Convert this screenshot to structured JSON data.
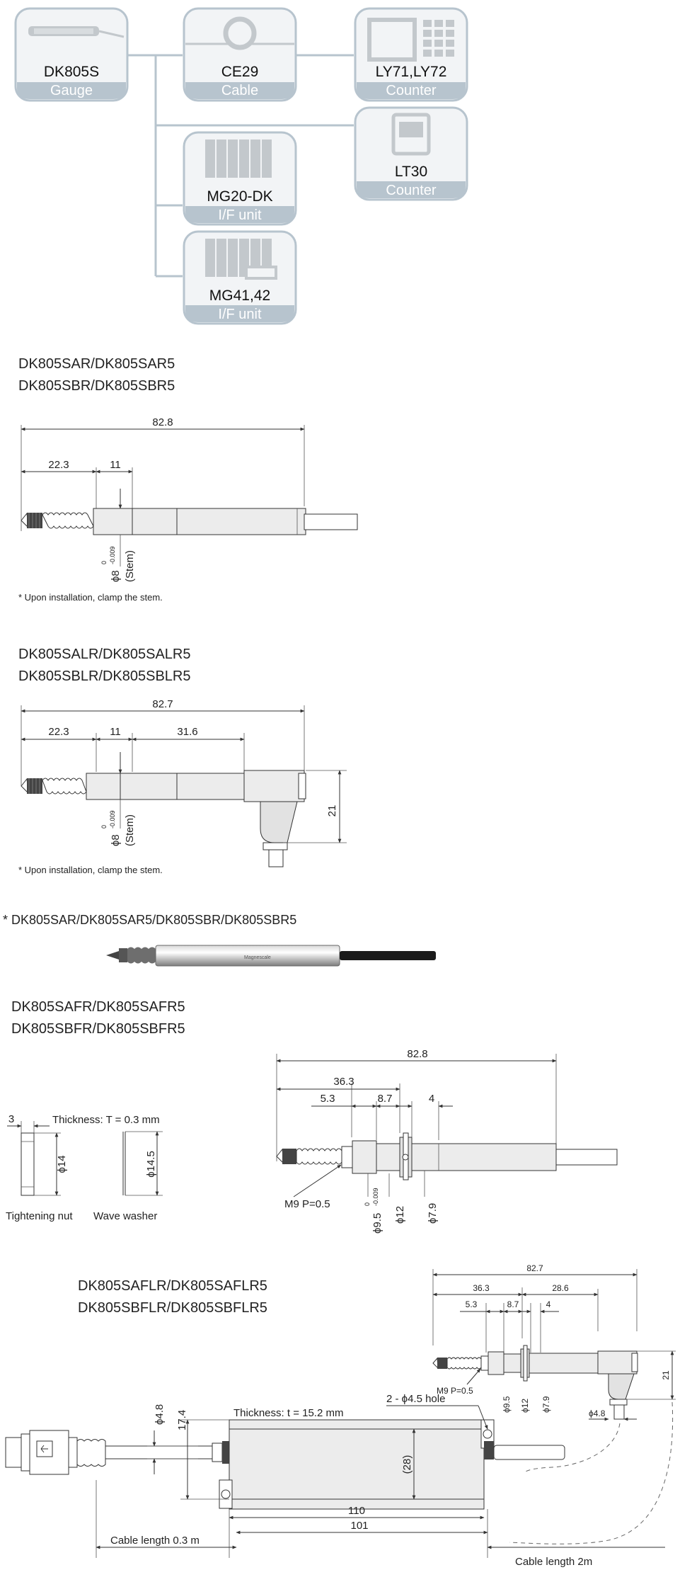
{
  "system": {
    "boxes": [
      {
        "name": "DK805S",
        "type": "Gauge"
      },
      {
        "name": "CE29",
        "type": "Cable"
      },
      {
        "name": "LY71,LY72",
        "type": "Counter"
      },
      {
        "name": "LT30",
        "type": "Counter"
      },
      {
        "name": "MG20-DK",
        "type": "I/F unit"
      },
      {
        "name": "MG41,42",
        "type": "I/F unit"
      }
    ]
  },
  "section1": {
    "title_line1": "DK805SAR/DK805SAR5",
    "title_line2": "DK805SBR/DK805SBR5",
    "dim_total": "82.8",
    "dim_a": "22.3",
    "dim_b": "11",
    "stem_label": "ϕ8",
    "stem_tol_upper": "0",
    "stem_tol_lower": "-0.009",
    "stem_word": "(Stem)",
    "note": "* Upon installation, clamp the stem."
  },
  "section2": {
    "title_line1": "DK805SALR/DK805SALR5",
    "title_line2": "DK805SBLR/DK805SBLR5",
    "dim_total": "82.7",
    "dim_a": "22.3",
    "dim_b": "11",
    "dim_c": "31.6",
    "dim_h": "21",
    "stem_label": "ϕ8",
    "stem_tol_upper": "0",
    "stem_tol_lower": "-0.009",
    "stem_word": "(Stem)",
    "note": "* Upon installation, clamp the stem."
  },
  "photo": {
    "caption": "* DK805SAR/DK805SAR5/DK805SBR/DK805SBR5",
    "logo": "Magnescale"
  },
  "section3": {
    "title_line1": "DK805SAFR/DK805SAFR5",
    "title_line2": "DK805SBFR/DK805SBFR5",
    "nut_w": "3",
    "thickness": "Thickness: T = 0.3 mm",
    "nut_h": "ϕ14",
    "washer_h": "ϕ14.5",
    "nut_label": "Tightening nut",
    "washer_label": "Wave washer",
    "dim_total": "82.8",
    "dim_a": "36.3",
    "dim_b": "5.3",
    "dim_c": "8.7",
    "dim_d": "4",
    "thread": "M9 P=0.5",
    "d1": "ϕ9.5",
    "d1_tol_upper": "0",
    "d1_tol_lower": "-0.009",
    "d2": "ϕ12",
    "d3": "ϕ7.9"
  },
  "section4": {
    "title_line1": "DK805SAFLR/DK805SAFLR5",
    "title_line2": "DK805SBFLR/DK805SBFLR5",
    "dim_total": "82.7",
    "dim_a": "36.3",
    "dim_b": "28.6",
    "dim_c": "5.3",
    "dim_d": "8.7",
    "dim_e": "4",
    "thread": "M9 P=0.5",
    "d1": "ϕ9.5",
    "d2": "ϕ12",
    "d3": "ϕ7.9",
    "dim_h": "21",
    "d4": "ϕ4.8",
    "cable_d": "ϕ4.8",
    "box_h": "17.4",
    "box_thickness": "Thickness: t = 15.2 mm",
    "holes": "2 - ϕ4.5 hole",
    "box_inner_h": "(28)",
    "len_110": "110",
    "len_101": "101",
    "cable_short": "Cable length 0.3 m",
    "cable_long": "Cable length 2m"
  }
}
